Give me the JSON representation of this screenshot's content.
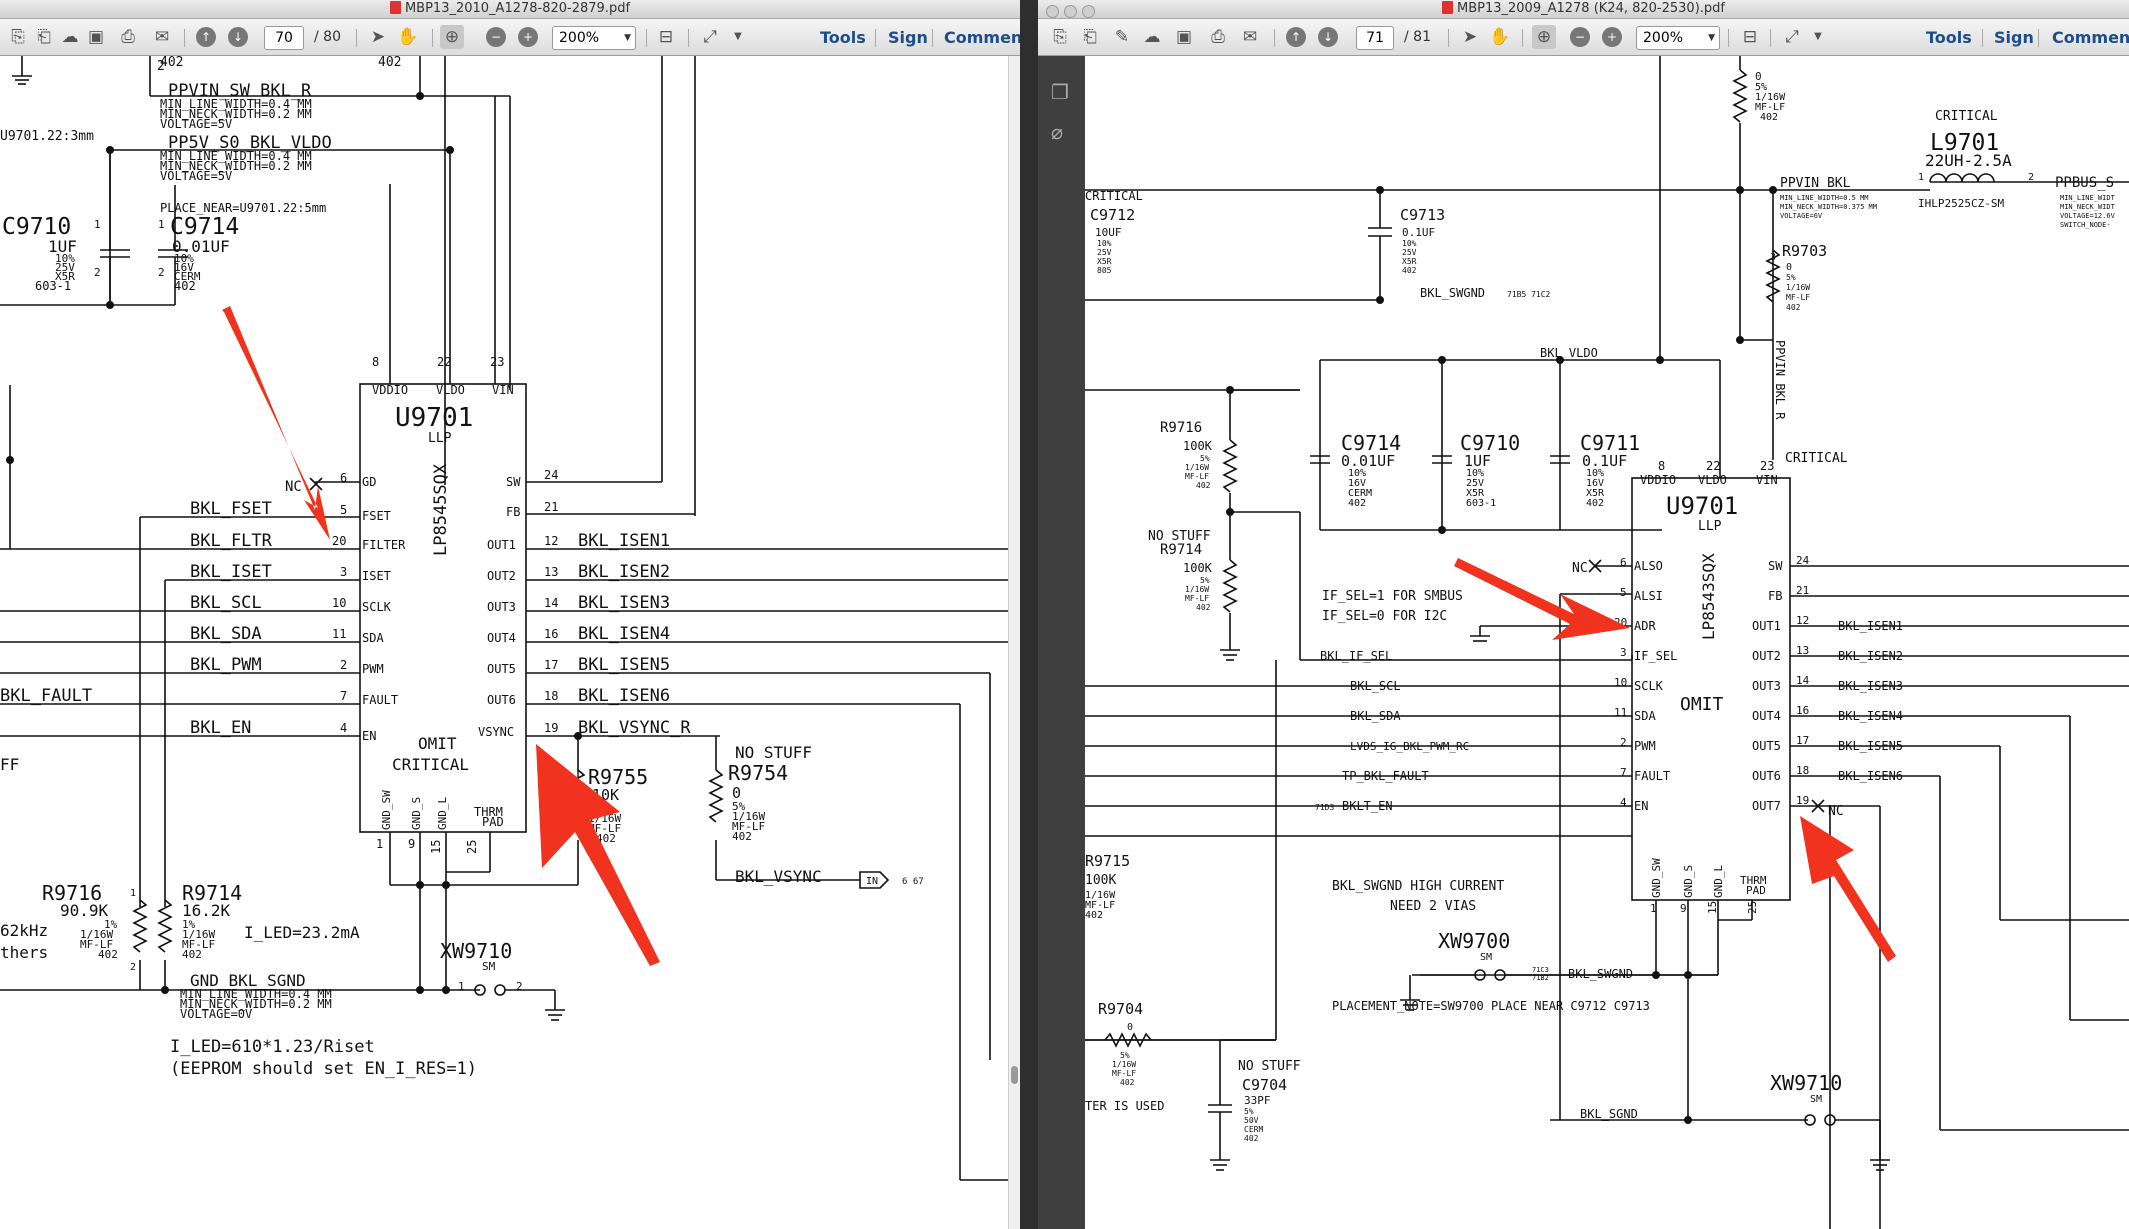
{
  "left": {
    "title": "MBP13_2010_A1278-820-2879.pdf",
    "page": "70",
    "pages": "/ 80",
    "zoom": "200%",
    "tools": "Tools",
    "sign": "Sign",
    "comment": "Comment"
  },
  "right": {
    "title": "MBP13_2009_A1278 (K24, 820-2530).pdf",
    "page": "71",
    "pages": "/ 81",
    "zoom": "200%",
    "tools": "Tools",
    "sign": "Sign",
    "comment": "Comment"
  },
  "colors": {
    "arrow": "#f0321e"
  },
  "schL": {
    "t1": "402",
    "t2": "402",
    "t2b": "2",
    "t3": "PPVIN_SW_BKL_R",
    "t4": "MIN_LINE_WIDTH=0.4 MM",
    "t5": "MIN_NECK_WIDTH=0.2 MM",
    "t6": "VOLTAGE=5V",
    "t7": "U9701.22:3mm",
    "t8": "PP5V_S0_BKL_VLDO",
    "t9": "MIN_LINE_WIDTH=0.4 MM",
    "t10": "MIN_NECK_WIDTH=0.2 MM",
    "t11": "VOLTAGE=5V",
    "t12": "PLACE_NEAR=U9701.22:5mm",
    "t13": "C9710",
    "t14": "C9714",
    "t15": "1UF",
    "t16": "0.01UF",
    "t17": "10%",
    "t18": "25V",
    "t19": "X5R",
    "t20": "603-1",
    "t21": "10%",
    "t22": "16V",
    "t23": "CERM",
    "t24": "402",
    "t25": "VDDIO",
    "t26": "VLDO",
    "t27": "VIN",
    "t28": "U9701",
    "t29": "LLP",
    "t30": "LP8545SQX",
    "t31": "NC",
    "t32": "GD",
    "t33": "FSET",
    "t34": "FILTER",
    "t35": "ISET",
    "t36": "SCLK",
    "t37": "SDA",
    "t38": "PWM",
    "t39": "FAULT",
    "t40": "EN",
    "t41": "SW",
    "t42": "FB",
    "t43": "OUT1",
    "t44": "OUT2",
    "t45": "OUT3",
    "t46": "OUT4",
    "t47": "OUT5",
    "t48": "OUT6",
    "t49": "VSYNC",
    "t50": "BKL_FSET",
    "t51": "BKL_FLTR",
    "t52": "BKL_ISET",
    "t53": "BKL_SCL",
    "t54": "BKL_SDA",
    "t55": "BKL_PWM",
    "t56": "BKL_FAULT",
    "t57": "BKL_EN",
    "t58": "BKL_ISEN1",
    "t59": "BKL_ISEN2",
    "t60": "BKL_ISEN3",
    "t61": "BKL_ISEN4",
    "t62": "BKL_ISEN5",
    "t63": "BKL_ISEN6",
    "t64": "BKL_VSYNC_R",
    "t65": "OMIT",
    "t66": "CRITICAL",
    "t67": "GND_SW",
    "t68": "GND_S",
    "t69": "GND_L",
    "t70": "THRM",
    "t71": "PAD",
    "t72": "R9755",
    "t73": "10K",
    "t74": "5%",
    "t75": "1/16W",
    "t76": "MF-LF",
    "t77": "402",
    "t78": "NO STUFF",
    "t79": "R9754",
    "t80": "0",
    "t81": "5%",
    "t82": "1/16W",
    "t83": "MF-LF",
    "t84": "402",
    "t85": "BKL_VSYNC",
    "t86": "IN",
    "t87": "6 67",
    "t88": "R9716",
    "t89": "90.9K",
    "t90": "R9714",
    "t91": "16.2K",
    "t92": "1%",
    "t93": "1/16W",
    "t94": "MF-LF",
    "t95": "402",
    "t96": "1%",
    "t97": "1/16W",
    "t98": "MF-LF",
    "t99": "402",
    "t100": "62kHz",
    "t101": "thers",
    "t102": "I_LED=23.2mA",
    "t103": "XW9710",
    "t104": "SM",
    "t105": "GND_BKL_SGND",
    "t106": "MIN_LINE_WIDTH=0.4 MM",
    "t107": "MIN_NECK_WIDTH=0.2 MM",
    "t108": "VOLTAGE=0V",
    "t109": "I_LED=610*1.23/Riset",
    "t110": "(EEPROM should set EN_I_RES=1)",
    "t111": "FF",
    "p8": "8",
    "p22": "22",
    "p23": "23",
    "p6": "6",
    "p5": "5",
    "p20": "20",
    "p3": "3",
    "p10": "10",
    "p11": "11",
    "p2": "2",
    "p7": "7",
    "p4": "4",
    "p24": "24",
    "p21": "21",
    "p12": "12",
    "p13": "13",
    "p14": "14",
    "p16": "16",
    "p17": "17",
    "p18": "18",
    "p19": "19",
    "p1": "1",
    "p9": "9",
    "p15": "15",
    "p25": "25",
    "n1": "1",
    "n2": "2",
    "n1b": "1",
    "n2b": "2",
    "n1c": "1",
    "n2c": "2",
    "n1d": "1",
    "n2d": "2"
  },
  "schR": {
    "t1": "0",
    "t2": "5%",
    "t3": "1/16W",
    "t4": "MF-LF",
    "t5": "402",
    "t6": "CRITICAL",
    "t7": "L9701",
    "t8": "22UH-2.5A",
    "t9": "IHLP2525CZ-SM",
    "t10": "PPVIN_BKL",
    "t11": "MIN_LINE_WIDTH=0.5 MM",
    "t12": "MIN_NECK_WIDTH=0.375 MM",
    "t13": "VOLTAGE=6V",
    "t14": "PPBUS_S",
    "t15": "MIN_LINE_WIDT",
    "t16": "MIN_NECK_WIDT",
    "t17": "VOLTAGE=12.6V",
    "t18": "SWITCH_NODE-",
    "t19": "CRITICAL",
    "t20": "C9712",
    "t21": "10UF",
    "t22": "10%",
    "t23": "25V",
    "t24": "X5R",
    "t25": "805",
    "t26": "C9713",
    "t27": "0.1UF",
    "t28": "10%",
    "t29": "25V",
    "t30": "X5R",
    "t31": "402",
    "t32": "R9703",
    "t33": "0",
    "t34": "5%",
    "t35": "1/16W",
    "t36": "MF-LF",
    "t37": "402",
    "t38": "BKL_SWGND",
    "t39": "71B5 71C2",
    "t40": "BKL_VLDO",
    "t41": "PPVIN_BKL_R",
    "t42": "CRITICAL",
    "t43": "R9716",
    "t44": "100K",
    "t45": "5%",
    "t46": "1/16W",
    "t47": "MF-LF",
    "t48": "402",
    "t49": "C9714",
    "t50": "0.01UF",
    "t51": "10%",
    "t52": "16V",
    "t53": "CERM",
    "t54": "402",
    "t55": "C9710",
    "t56": "1UF",
    "t57": "10%",
    "t58": "25V",
    "t59": "X5R",
    "t60": "603-1",
    "t61": "C9711",
    "t62": "0.1UF",
    "t63": "10%",
    "t64": "16V",
    "t65": "X5R",
    "t66": "402",
    "t67": "VDDIO",
    "t68": "VLDO",
    "t69": "VIN",
    "t70": "U9701",
    "t71": "LLP",
    "t72": "LP8543SQX",
    "t73": "NO STUFF",
    "t74": "R9714",
    "t75": "100K",
    "t76": "5%",
    "t77": "1/16W",
    "t78": "MF-LF",
    "t79": "402",
    "t80": "IF_SEL=1 FOR SMBUS",
    "t81": "IF_SEL=0 FOR I2C",
    "t82": "NC",
    "t83": "ALSO",
    "t84": "ALSI",
    "t85": "ADR",
    "t86": "IF_SEL",
    "t87": "SCLK",
    "t88": "SDA",
    "t89": "PWM",
    "t90": "FAULT",
    "t91": "EN",
    "t92": "SW",
    "t93": "FB",
    "t94": "OUT1",
    "t95": "OUT2",
    "t96": "OUT3",
    "t97": "OUT4",
    "t98": "OUT5",
    "t99": "OUT6",
    "t100": "OUT7",
    "t101": "NC",
    "t102": "OMIT",
    "t103": "BKL_IF_SEL",
    "t104": "BKL_SCL",
    "t105": "BKL_SDA",
    "t106": "LVDS_IG_BKL_PWM_RC",
    "t107": "TP_BKL_FAULT",
    "t108": "71D3",
    "t109": "BKLT_EN",
    "t110": "BKL_ISEN1",
    "t111": "BKL_ISEN2",
    "t112": "BKL_ISEN3",
    "t113": "BKL_ISEN4",
    "t114": "BKL_ISEN5",
    "t115": "BKL_ISEN6",
    "t116": "GND_SW",
    "t117": "GND_S",
    "t118": "GND_L",
    "t119": "THRM",
    "t120": "PAD",
    "t121": "R9715",
    "t122": "100K",
    "t123": "1/16W",
    "t124": "MF-LF",
    "t125": "402",
    "t126": "BKL_SWGND HIGH CURRENT",
    "t127": "NEED 2 VIAS",
    "t128": "XW9700",
    "t129": "SM",
    "t130": "71C3",
    "t131": "71B2",
    "t132": "BKL_SWGND",
    "t133": "PLACEMENT_NOTE=SW9700 PLACE NEAR C9712 C9713",
    "t134": "R9704",
    "t135": "0",
    "t136": "5%",
    "t137": "1/16W",
    "t138": "MF-LF",
    "t139": "402",
    "t140": "NO STUFF",
    "t141": "C9704",
    "t142": "33PF",
    "t143": "5%",
    "t144": "50V",
    "t145": "CERM",
    "t146": "402",
    "t147": "TER IS USED",
    "t148": "XW9710",
    "t149": "SM",
    "t150": "BKL_SGND",
    "p1": "1",
    "p2": "2",
    "p3": "3",
    "p8": "8",
    "p22": "22",
    "p23": "23",
    "q6": "6",
    "q5": "5",
    "q20": "20",
    "q3": "3",
    "q10": "10",
    "q11": "11",
    "q2": "2",
    "q7": "7",
    "q4": "4",
    "q24": "24",
    "q21": "21",
    "q12": "12",
    "q13": "13",
    "q14": "14",
    "q16": "16",
    "q17": "17",
    "q18": "18",
    "q19": "19",
    "q1": "1",
    "q9": "9",
    "q15": "15",
    "q25": "25"
  }
}
